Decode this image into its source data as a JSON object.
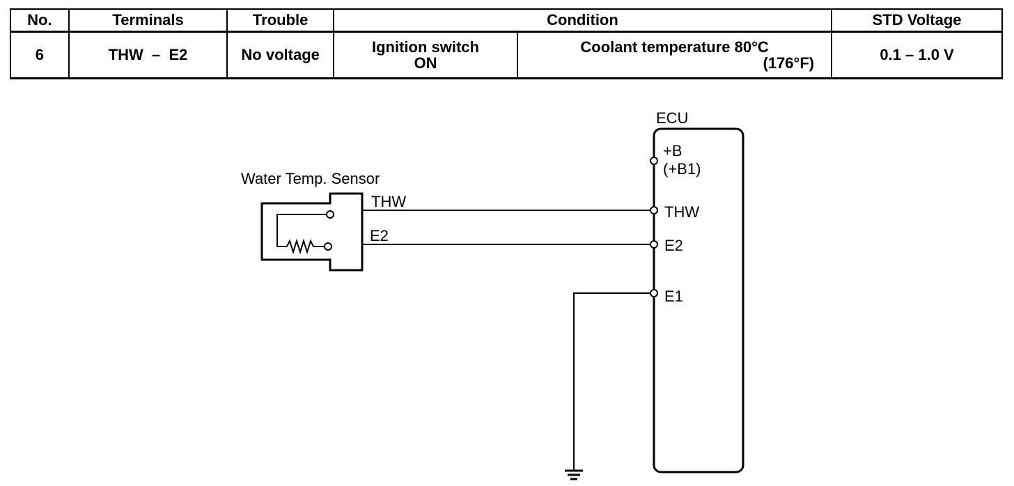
{
  "table": {
    "headers": {
      "no": "No.",
      "terminals": "Terminals",
      "trouble": "Trouble",
      "condition": "Condition",
      "std_voltage": "STD Voltage"
    },
    "row": {
      "no": "6",
      "terminals": "THW  –  E2",
      "trouble": "No voltage",
      "condition_switch_line1": "Ignition switch",
      "condition_switch_line2": "ON",
      "condition_temp_line1": "Coolant temperature 80°C",
      "condition_temp_line2": "(176°F)",
      "std_voltage": "0.1 – 1.0 V"
    }
  },
  "diagram": {
    "ecu_label": "ECU",
    "sensor_label": "Water Temp. Sensor",
    "sensor_thw_label": "THW",
    "sensor_e2_label": "E2",
    "ecu_pins": {
      "b": "+B",
      "b1": "(+B1)",
      "thw": "THW",
      "e2": "E2",
      "e1": "E1"
    }
  }
}
